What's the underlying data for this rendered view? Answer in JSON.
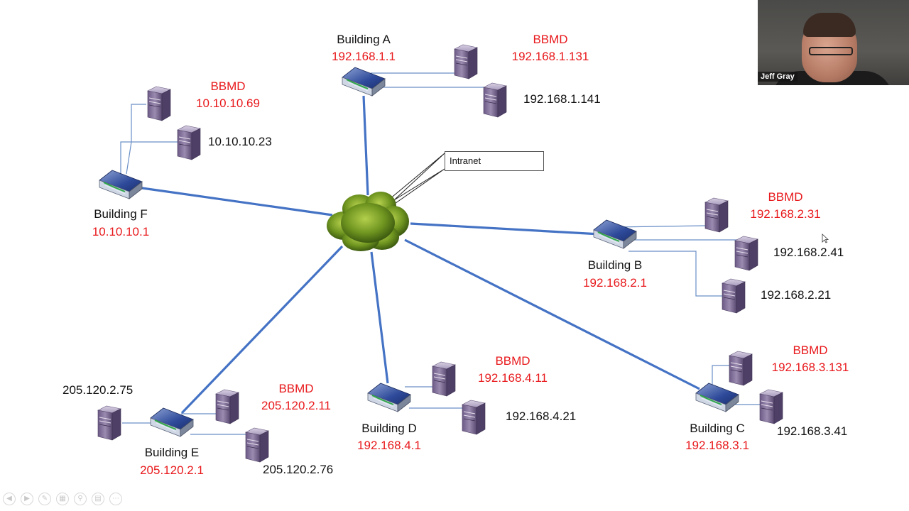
{
  "intranet_label": "Intranet",
  "video": {
    "participant_name": "Jeff Gray"
  },
  "buildings": {
    "a": {
      "name": "Building A",
      "ip": "192.168.1.1",
      "bbmd_tag": "BBMD",
      "bbmd_ip": "192.168.1.131",
      "device_ip": "192.168.1.141"
    },
    "b": {
      "name": "Building B",
      "ip": "192.168.2.1",
      "bbmd_tag": "BBMD",
      "bbmd_ip": "192.168.2.31",
      "device_ip": "192.168.2.41",
      "device2_ip": "192.168.2.21"
    },
    "c": {
      "name": "Building C",
      "ip": "192.168.3.1",
      "bbmd_tag": "BBMD",
      "bbmd_ip": "192.168.3.131",
      "device_ip": "192.168.3.41"
    },
    "d": {
      "name": "Building D",
      "ip": "192.168.4.1",
      "bbmd_tag": "BBMD",
      "bbmd_ip": "192.168.4.11",
      "device_ip": "192.168.4.21"
    },
    "e": {
      "name": "Building E",
      "ip": "205.120.2.1",
      "bbmd_tag": "BBMD",
      "bbmd_ip": "205.120.2.11",
      "device_ip": "205.120.2.76",
      "device2_ip": "205.120.2.75"
    },
    "f": {
      "name": "Building F",
      "ip": "10.10.10.1",
      "bbmd_tag": "BBMD",
      "bbmd_ip": "10.10.10.69",
      "device_ip": "10.10.10.23"
    }
  },
  "colors": {
    "link": "#4472c4",
    "lan": "#6a8fc8",
    "ip_red": "#e8191c",
    "text": "#111111"
  },
  "icons": {
    "hub": "router-icon",
    "server": "server-icon",
    "cloud": "cloud-icon"
  },
  "toolbar_icons": [
    "prev-slide-icon",
    "next-slide-icon",
    "pen-icon",
    "slides-icon",
    "zoom-icon",
    "subtitles-icon",
    "more-icon"
  ]
}
